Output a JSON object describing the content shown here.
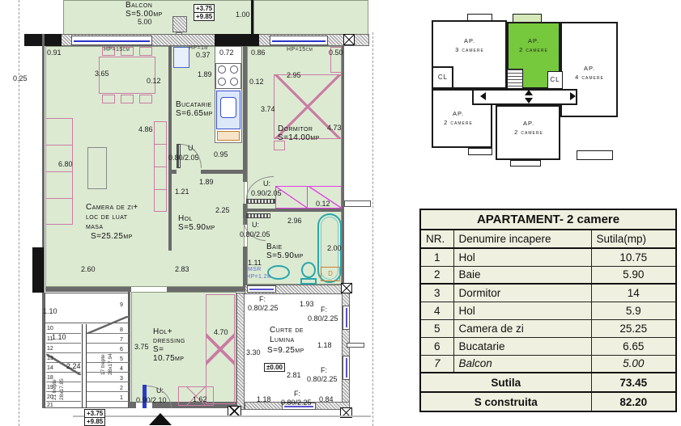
{
  "plan": {
    "rooms": {
      "balcon": {
        "name": "Balcon",
        "area": "S=5.00mp"
      },
      "bucatarie": {
        "name": "Bucatarie",
        "area": "S=6.65mp"
      },
      "dormitor": {
        "name": "Dormitor",
        "area": "S=14.00mp"
      },
      "camera_de_zi": {
        "line1": "Camera de zi+",
        "line2": "loc de luat",
        "line3": "masa",
        "area": "S=25.25mp"
      },
      "hol": {
        "name": "Hol",
        "area": "S=5.90mp"
      },
      "baie": {
        "name": "Baie",
        "area": "S=5.90mp"
      },
      "hol_dressing": {
        "line1": "Hol+",
        "line2": "dressing",
        "line3": "S=",
        "line4": "10.75mp"
      },
      "curte": {
        "line1": "Curte de",
        "line2": "Lumina",
        "area": "S=9.25mp"
      }
    },
    "levels": {
      "upper": "+3.75",
      "top": "+9.85",
      "ground": "±0.00"
    },
    "windows": {
      "hp15": "HP=15cm",
      "hp1m": "HP=1m",
      "msr": "MSR",
      "msr_hp": "HP=1.2m",
      "f_label": "F:",
      "f_size": "0.80/2.25"
    },
    "doors": {
      "kitchen_label": "U.",
      "kitchen_size": "0.80/2.05",
      "dorm_label": "U:",
      "dorm_size": "0.90/2.05",
      "baie_label": "U:",
      "baie_size": "0.80/2.05",
      "entry_label": "U:",
      "entry_size": "0.90/2.10"
    },
    "baie_box": "D",
    "dims": {
      "balcon_w": "5.00",
      "balcon_d": "1.00",
      "w091": "0.91",
      "w037": "0.37",
      "w072": "0.72",
      "w086": "0.86",
      "w050": "0.50",
      "w025": "0.25",
      "w365": "3.65",
      "w012a": "0.12",
      "w189a": "1.89",
      "w012b": "0.12",
      "w295": "2.95",
      "h374": "3.74",
      "h473": "4.73",
      "h486": "4.86",
      "h680": "6.80",
      "w095": "0.95",
      "w189b": "1.89",
      "h121": "1.21",
      "h225": "2.25",
      "w012c": "0.12",
      "w296": "2.96",
      "h200": "2.00",
      "w111": "1.11",
      "w260": "2.60",
      "w283": "2.83",
      "s110a": "1.10",
      "s110b": "1.10",
      "s224": "2.24",
      "h375": "3.75",
      "w162": "1.62",
      "h470": "4.70",
      "h330": "3.30",
      "w193": "1.93",
      "h118a": "1.18",
      "w281": "2.81",
      "w118b": "1.18",
      "w084": "0.84"
    },
    "stairs": {
      "f1a": "17 trepte",
      "f1b": "28x17.94",
      "f2a": "21 trepte",
      "f2b": "28x17.85",
      "right": [
        "9",
        "8",
        "7",
        "6",
        "5",
        "4",
        "3",
        "2",
        "1"
      ],
      "left": [
        "10",
        "11",
        "12",
        "13",
        "14",
        "18",
        "19",
        "20",
        "21"
      ]
    }
  },
  "key_plan": {
    "ap3": {
      "l1": "AP.",
      "l2": "3 camere"
    },
    "ap2_sel": {
      "l1": "AP.",
      "l2": "2 camere"
    },
    "ap4": {
      "l1": "AP.",
      "l2": "4 camere"
    },
    "ap2_bl": {
      "l1": "AP.",
      "l2": "2 camere"
    },
    "ap2_bm": {
      "l1": "AP.",
      "l2": "2 camere"
    },
    "cl1": "CL",
    "cl2": "CL"
  },
  "table": {
    "title": "APARTAMENT- 2 camere",
    "headers": [
      "NR.",
      "Denumire incapere",
      "Sutila(mp)"
    ],
    "rows": [
      {
        "nr": "1",
        "name": "Hol",
        "area": "10.75"
      },
      {
        "nr": "2",
        "name": "Baie",
        "area": "5.90"
      },
      {
        "nr": "3",
        "name": "Dormitor",
        "area": "14"
      },
      {
        "nr": "4",
        "name": "Hol",
        "area": "5.9"
      },
      {
        "nr": "5",
        "name": "Camera de zi",
        "area": "25.25"
      },
      {
        "nr": "6",
        "name": "Bucatarie",
        "area": "6.65"
      },
      {
        "nr": "7",
        "name": "Balcon",
        "area": "5.00"
      }
    ],
    "total_label": "Sutila",
    "total_value": "73.45",
    "built_label": "S construita",
    "built_value": "82.20"
  },
  "colors": {
    "plan_green": "#dcead2",
    "highlight_green": "#76c83c",
    "window_blue": "#2834c8",
    "furniture_pink": "#c97ca4",
    "fixture_teal": "#2aa7ab",
    "table_bg": "#f0f0e0"
  }
}
